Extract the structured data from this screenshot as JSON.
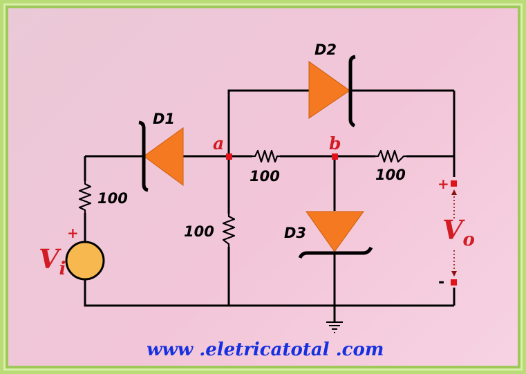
{
  "diodes": {
    "d1": "D1",
    "d2": "D2",
    "d3": "D3"
  },
  "nodes": {
    "a": "a",
    "b": "b"
  },
  "resistors": {
    "r_source": "100",
    "r_ab": "100",
    "r_bout": "100",
    "r_ashunt": "100"
  },
  "source": {
    "symbol": "V",
    "subscript": "i",
    "plus": "+"
  },
  "output": {
    "symbol": "V",
    "subscript": "o",
    "plus": "+",
    "minus": "-"
  },
  "watermark": "www .eletricatotal .com",
  "colors": {
    "diode": "#f47920",
    "node": "#e0121a",
    "label_red": "#d21b23",
    "watermark": "#1530e0",
    "source": "#f6b84f"
  }
}
